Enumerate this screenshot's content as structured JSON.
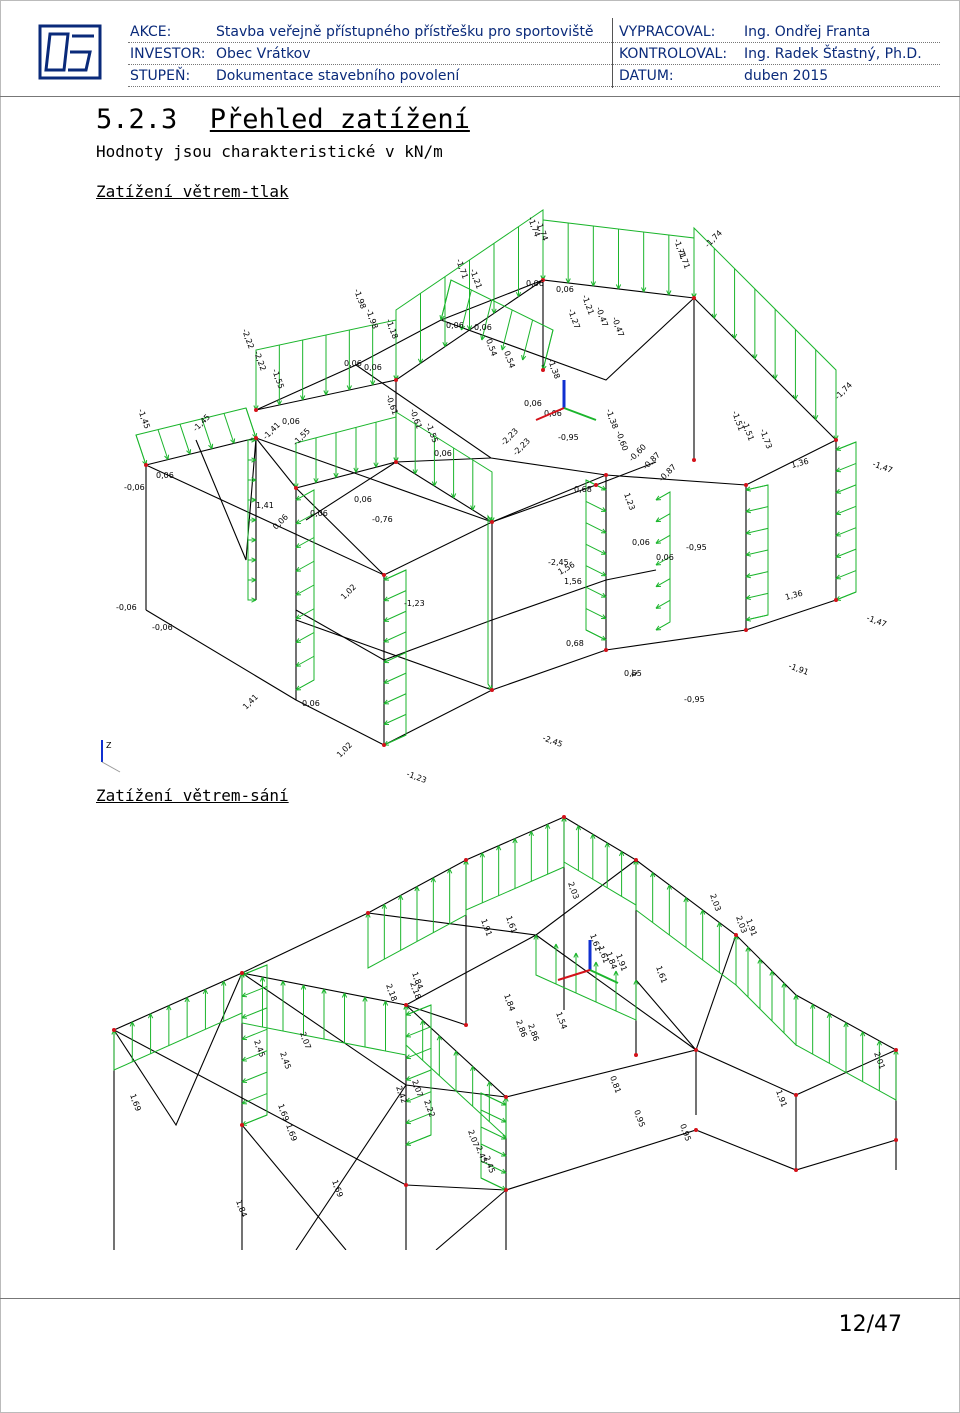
{
  "header": {
    "akce_label": "AKCE:",
    "akce_value": "Stavba veřejně přístupného přístřešku pro sportoviště",
    "investor_label": "INVESTOR:",
    "investor_value": "Obec Vrátkov",
    "stupen_label": "STUPEŇ:",
    "stupen_value": "Dokumentace stavebního povolení",
    "vypracoval_label": "VYPRACOVAL:",
    "vypracoval_value": "Ing. Ondřej Franta",
    "kontroloval_label": "KONTROLOVAL:",
    "kontroloval_value": "Ing. Radek Šťastný, Ph.D.",
    "datum_label": "DATUM:",
    "datum_value": "duben 2015",
    "logo_icon": "company-logo"
  },
  "section": {
    "number": "5.2.3",
    "title": "Přehled zatížení",
    "subtitle": "Hodnoty jsou charakteristické v kN/m"
  },
  "figures": [
    {
      "caption": "Zatížení větrem-tlak",
      "labels": [
        "-1,74",
        "-1,74",
        "-1,71",
        "-1,74",
        "-1,71",
        "-1,71",
        "-1,21",
        "0,06",
        "0,06",
        "-1,21",
        "-0,47",
        "-0,47",
        "-1,27",
        "-1,98",
        "-1,98",
        "-1,18",
        "-2,22",
        "-2,22",
        "-1,55",
        "0,06",
        "0,06",
        "0,54",
        "0,54",
        "-1,38",
        "-1,74",
        "-1,45",
        "0,06",
        "0,06",
        "-0,61",
        "-0,61",
        "-1,55",
        "0,06",
        "0,06",
        "-0,95",
        "-1,38",
        "-0,60",
        "-1,51",
        "-1,51",
        "-1,73",
        "-1,45",
        "-0,06",
        "0,06",
        "-1,41",
        "0,06",
        "-1,55",
        "-2,23",
        "-2,23",
        "0,06",
        "-0,60",
        "-0,87",
        "-0,87",
        "1,36",
        "-1,47",
        "1,41",
        "0,06",
        "-0,76",
        "0,06",
        "0,06",
        "0,68",
        "1,23",
        "-0,95",
        "0,06",
        "0,06",
        "-2,45",
        "1,56",
        "-0,06",
        "-0,06",
        "1,02",
        "-1,23",
        "1,56",
        "1,36",
        "-1,47",
        "0,68",
        "-1",
        "-1,91",
        "1,41",
        "0,06",
        "0,65",
        "-0,95",
        "1,02",
        "-1,23",
        "-2,45"
      ],
      "axis_label": "Z"
    },
    {
      "caption": "Zatížení větrem-sání",
      "labels": [
        "2,03",
        "2,03",
        "2,03",
        "1,91",
        "1,61",
        "1,84",
        "1,61",
        "1,91",
        "2,18",
        "2,18",
        "1,84",
        "1,84",
        "2,86",
        "2,86",
        "1,54",
        "1,61",
        "1,61",
        "1,91",
        "2,01",
        "1,69",
        "2,45",
        "2,07",
        "2,45",
        "2,42",
        "2,07",
        "2,22",
        "2,07",
        "2,45",
        "2,45",
        "1,69",
        "1,69",
        "1,69",
        "1,84",
        "0,81",
        "0,95",
        "0,95",
        "1,91"
      ]
    }
  ],
  "footer": {
    "page": "12/47"
  },
  "colors": {
    "structure": "#000000",
    "load": "#1bb52c",
    "node": "#d4121a",
    "axis_blue": "#1030d0",
    "header_text": "#0a2a7a"
  }
}
